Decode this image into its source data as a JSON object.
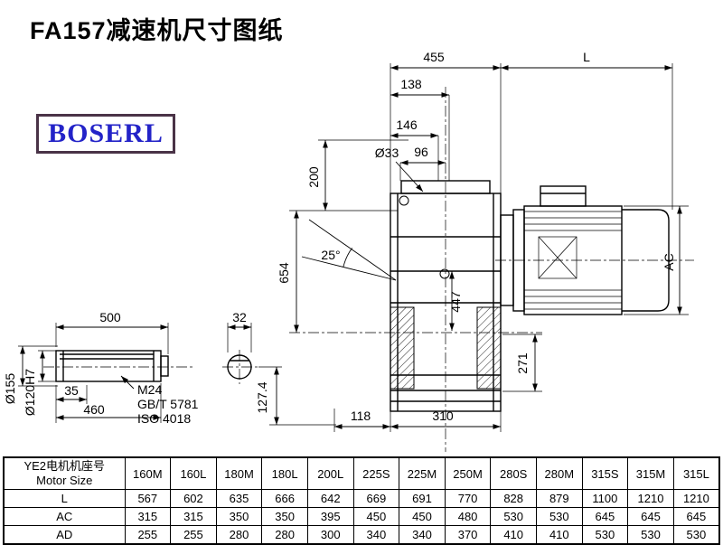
{
  "page": {
    "title": "FA157减速机尺寸图纸",
    "logo_text": "BOSERL"
  },
  "drawing": {
    "dims": {
      "d455": "455",
      "dL": "L",
      "d138": "138",
      "d146": "146",
      "d96": "96",
      "d33": "Ø33",
      "d200": "200",
      "d25": "25°",
      "d654": "654",
      "d447": "447",
      "dAC": "AC",
      "d271": "271",
      "d118": "118",
      "d310": "310",
      "d500": "500",
      "d32": "32",
      "d35": "35",
      "d460": "460",
      "d155": "Ø155",
      "d120": "Ø120H7",
      "m24": "M24",
      "gbt": "GB/T 5781",
      "iso": "ISO 4018",
      "d1274": "127.4"
    }
  },
  "table": {
    "header_cn": "YE2电机机座号",
    "header_en": "Motor Size",
    "columns": [
      "160M",
      "160L",
      "180M",
      "180L",
      "200L",
      "225S",
      "225M",
      "250M",
      "280S",
      "280M",
      "315S",
      "315M",
      "315L"
    ],
    "rows": [
      {
        "label": "L",
        "values": [
          "567",
          "602",
          "635",
          "666",
          "642",
          "669",
          "691",
          "770",
          "828",
          "879",
          "1100",
          "1210",
          "1210"
        ]
      },
      {
        "label": "AC",
        "values": [
          "315",
          "315",
          "350",
          "350",
          "395",
          "450",
          "450",
          "480",
          "530",
          "530",
          "645",
          "645",
          "645"
        ]
      },
      {
        "label": "AD",
        "values": [
          "255",
          "255",
          "280",
          "280",
          "300",
          "340",
          "340",
          "370",
          "410",
          "410",
          "530",
          "530",
          "530"
        ]
      }
    ]
  }
}
